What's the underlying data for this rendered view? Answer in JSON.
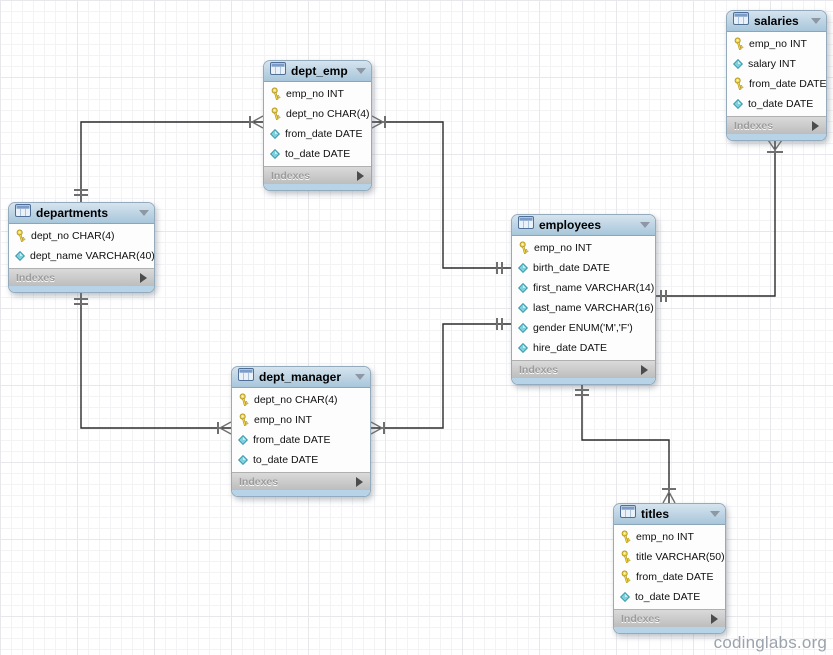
{
  "watermark": "codinglabs.org",
  "labels": {
    "indexes": "Indexes"
  },
  "colors": {
    "header_top": "#d6e4ef",
    "header_bottom": "#a8c6db",
    "table_border": "#93abbc",
    "footer_strip": "#b7d3e7",
    "indexes_bg": "#c9c9c9",
    "indexes_text": "#9b9b9b",
    "key_icon": "#f2dc4e",
    "attribute_icon": "#7ed0dd",
    "line": "#2b2b2b"
  },
  "tables": {
    "salaries": {
      "title": "salaries",
      "columns": [
        {
          "icon": "key-icon",
          "name": "emp_no",
          "type": "INT"
        },
        {
          "icon": "diamond-icon",
          "name": "salary",
          "type": "INT"
        },
        {
          "icon": "key-icon",
          "name": "from_date",
          "type": "DATE"
        },
        {
          "icon": "diamond-icon",
          "name": "to_date",
          "type": "DATE"
        }
      ]
    },
    "dept_emp": {
      "title": "dept_emp",
      "columns": [
        {
          "icon": "key-icon",
          "name": "emp_no",
          "type": "INT"
        },
        {
          "icon": "key-icon",
          "name": "dept_no",
          "type": "CHAR(4)"
        },
        {
          "icon": "diamond-icon",
          "name": "from_date",
          "type": "DATE"
        },
        {
          "icon": "diamond-icon",
          "name": "to_date",
          "type": "DATE"
        }
      ]
    },
    "departments": {
      "title": "departments",
      "columns": [
        {
          "icon": "key-icon",
          "name": "dept_no",
          "type": "CHAR(4)"
        },
        {
          "icon": "diamond-icon",
          "name": "dept_name",
          "type": "VARCHAR(40)"
        }
      ]
    },
    "employees": {
      "title": "employees",
      "columns": [
        {
          "icon": "key-icon",
          "name": "emp_no",
          "type": "INT"
        },
        {
          "icon": "diamond-icon",
          "name": "birth_date",
          "type": "DATE"
        },
        {
          "icon": "diamond-icon",
          "name": "first_name",
          "type": "VARCHAR(14)"
        },
        {
          "icon": "diamond-icon",
          "name": "last_name",
          "type": "VARCHAR(16)"
        },
        {
          "icon": "diamond-icon",
          "name": "gender",
          "type": "ENUM('M','F')"
        },
        {
          "icon": "diamond-icon",
          "name": "hire_date",
          "type": "DATE"
        }
      ]
    },
    "dept_manager": {
      "title": "dept_manager",
      "columns": [
        {
          "icon": "key-icon",
          "name": "dept_no",
          "type": "CHAR(4)"
        },
        {
          "icon": "key-icon",
          "name": "emp_no",
          "type": "INT"
        },
        {
          "icon": "diamond-icon",
          "name": "from_date",
          "type": "DATE"
        },
        {
          "icon": "diamond-icon",
          "name": "to_date",
          "type": "DATE"
        }
      ]
    },
    "titles": {
      "title": "titles",
      "columns": [
        {
          "icon": "key-icon",
          "name": "emp_no",
          "type": "INT"
        },
        {
          "icon": "key-icon",
          "name": "title",
          "type": "VARCHAR(50)"
        },
        {
          "icon": "key-icon",
          "name": "from_date",
          "type": "DATE"
        },
        {
          "icon": "diamond-icon",
          "name": "to_date",
          "type": "DATE"
        }
      ]
    }
  },
  "relationships": [
    {
      "one_side": "departments",
      "many_side": "dept_emp"
    },
    {
      "one_side": "employees",
      "many_side": "dept_emp"
    },
    {
      "one_side": "employees",
      "many_side": "dept_manager"
    },
    {
      "one_side": "departments",
      "many_side": "dept_manager"
    },
    {
      "one_side": "employees",
      "many_side": "salaries"
    },
    {
      "one_side": "employees",
      "many_side": "titles"
    }
  ]
}
